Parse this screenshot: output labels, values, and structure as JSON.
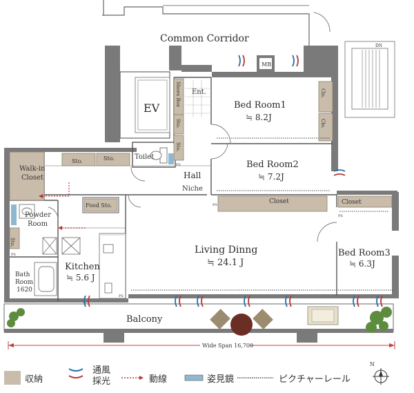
{
  "plan": {
    "common_corridor": "Common Corridor",
    "ev": "EV",
    "mb": "MB",
    "ent": "Ent.",
    "shoes_box": "Shoes Box",
    "sto": "Sto.",
    "ps": "PS",
    "toilet": "Toilet",
    "hall": "Hall",
    "niche": "Niche",
    "walkin_closet_1": "Walk-in",
    "walkin_closet_2": "Closet",
    "powder_room_1": "Powder",
    "powder_room_2": "Room",
    "food_sto": "Food Sto.",
    "bath_room_1": "Bath",
    "bath_room_2": "Room",
    "bath_room_3": "1620",
    "kitchen": "Kitchen",
    "kitchen_area": "≒ 5.6 J",
    "living": "Living Dinng",
    "living_area": "≒ 24.1 J",
    "bed1": "Bed Room1",
    "bed1_area": "≒ 8.2J",
    "bed2": "Bed Room2",
    "bed2_area": "≒ 7.2J",
    "bed3": "Bed Room3",
    "bed3_area": "≒ 6.3J",
    "closet": "Closet",
    "clo": "Clo.",
    "balcony": "Balcony",
    "wide_span": "Wide Span 16,700",
    "dn": "DN"
  },
  "legend": {
    "storage": "収納",
    "ventilation": "通風",
    "lighting": "採光",
    "flow": "動線",
    "mirror": "姿見鏡",
    "picture_rail": "ピクチャーレール"
  },
  "compass": "N",
  "colors": {
    "wall": "#7a7a7a",
    "storage": "#c9bcaa",
    "arrow_red": "#b8383b",
    "arrow_blue": "#2b6fa8",
    "mirror": "#8fb8d0"
  }
}
